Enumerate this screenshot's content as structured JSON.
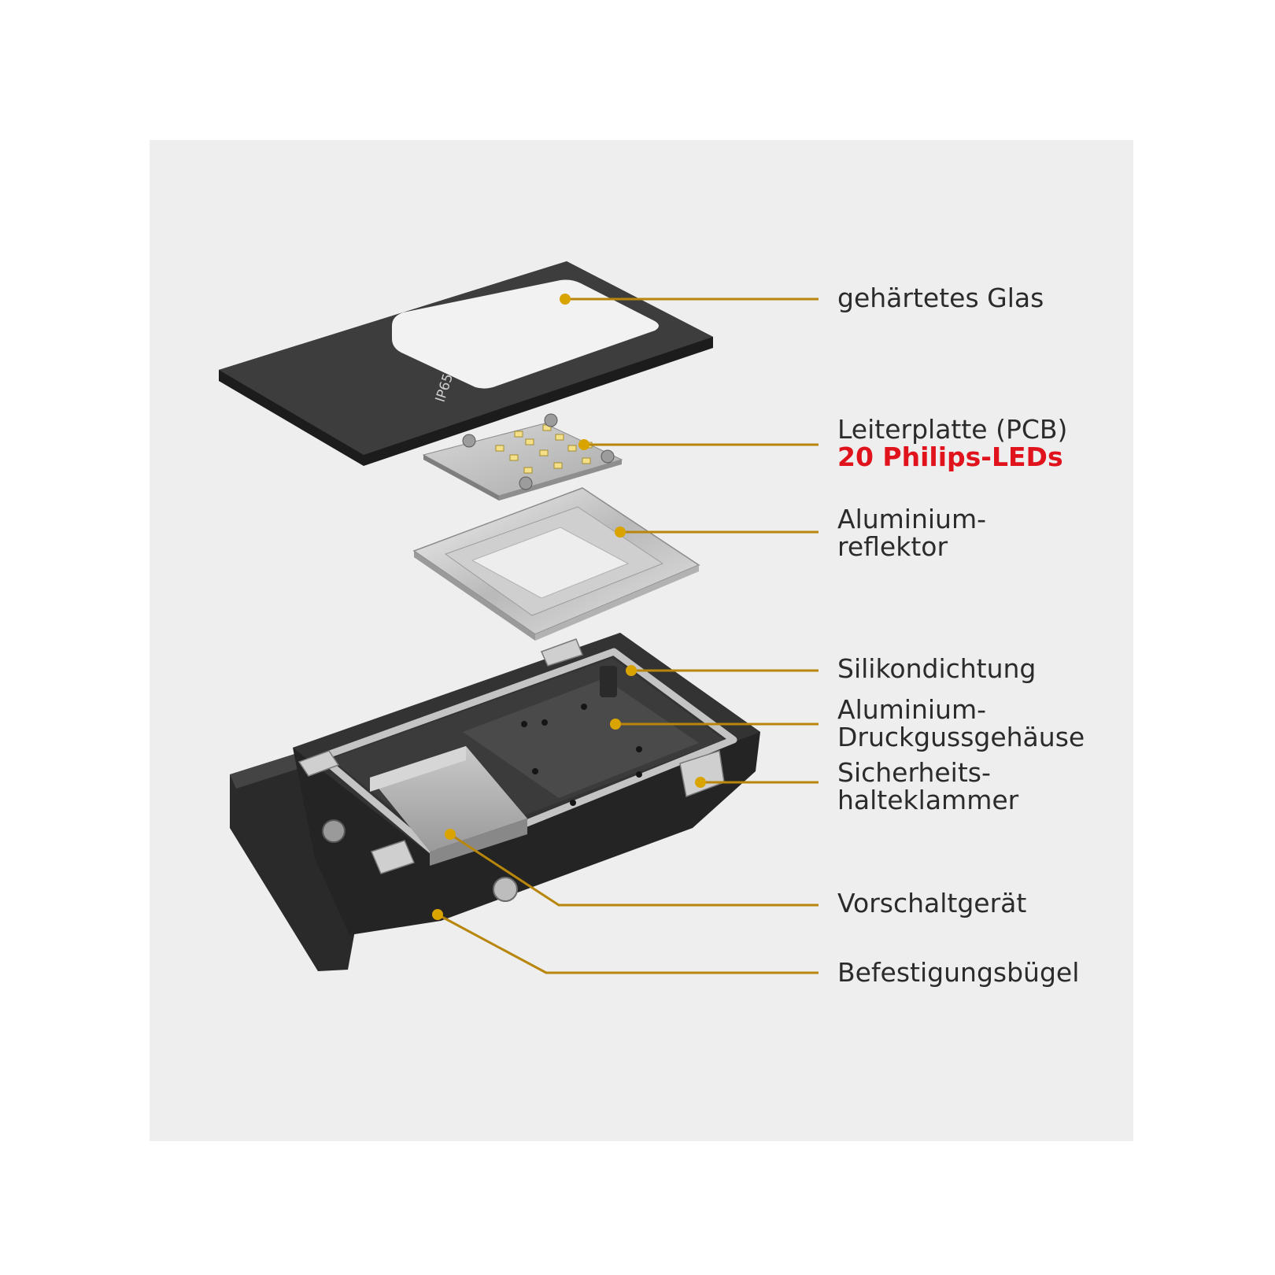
{
  "image": {
    "product_marking": "IP65",
    "accent_color": "#d9a300",
    "leader_color": "#b8860b",
    "highlight_color": "#e0121c"
  },
  "labels": {
    "glass": "gehärtetes Glas",
    "pcb": "Leiterplatte (PCB)",
    "pcb_highlight": "20 Philips-LEDs",
    "reflector_line1": "Aluminium-",
    "reflector_line2": "reflektor",
    "seal": "Silikondichtung",
    "housing_line1": "Aluminium-",
    "housing_line2": "Druckgussgehäuse",
    "clip_line1": "Sicherheits-",
    "clip_line2": "halteklammer",
    "driver": "Vorschaltgerät",
    "bracket": "Befestigungsbügel"
  }
}
